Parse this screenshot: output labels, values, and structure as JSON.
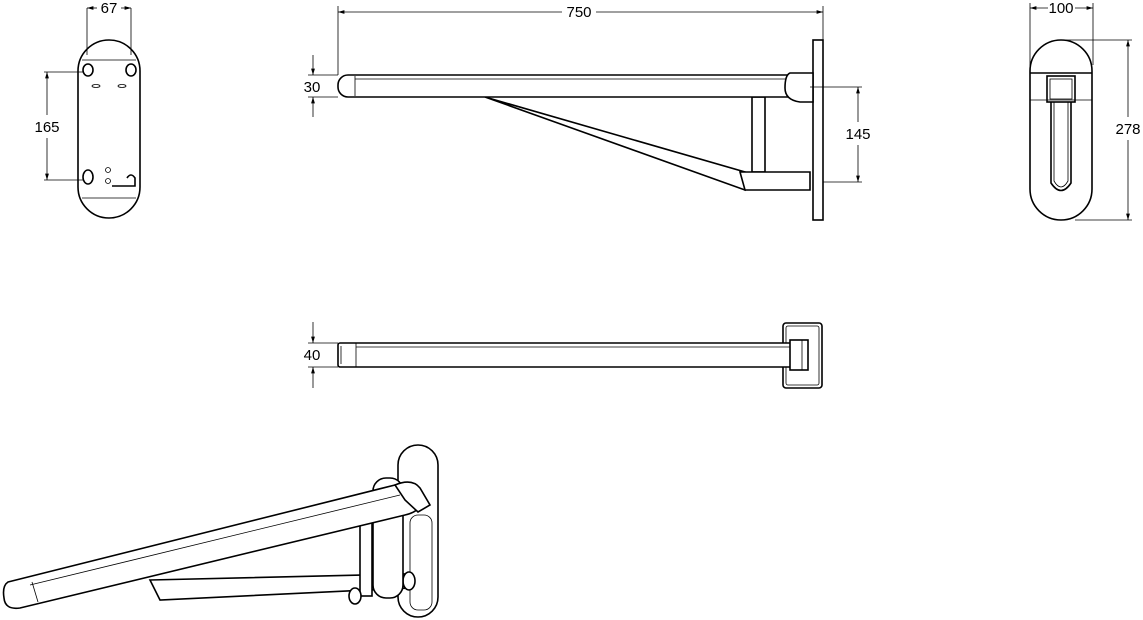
{
  "drawing": {
    "title": "Folding grab bar technical drawing",
    "dimensions": {
      "plate_hole_spacing_width": "67",
      "plate_hole_spacing_height": "165",
      "bar_length": "750",
      "bar_height": "30",
      "bracket_height": "145",
      "plate_width": "100",
      "plate_height": "278",
      "bar_width": "40"
    }
  }
}
